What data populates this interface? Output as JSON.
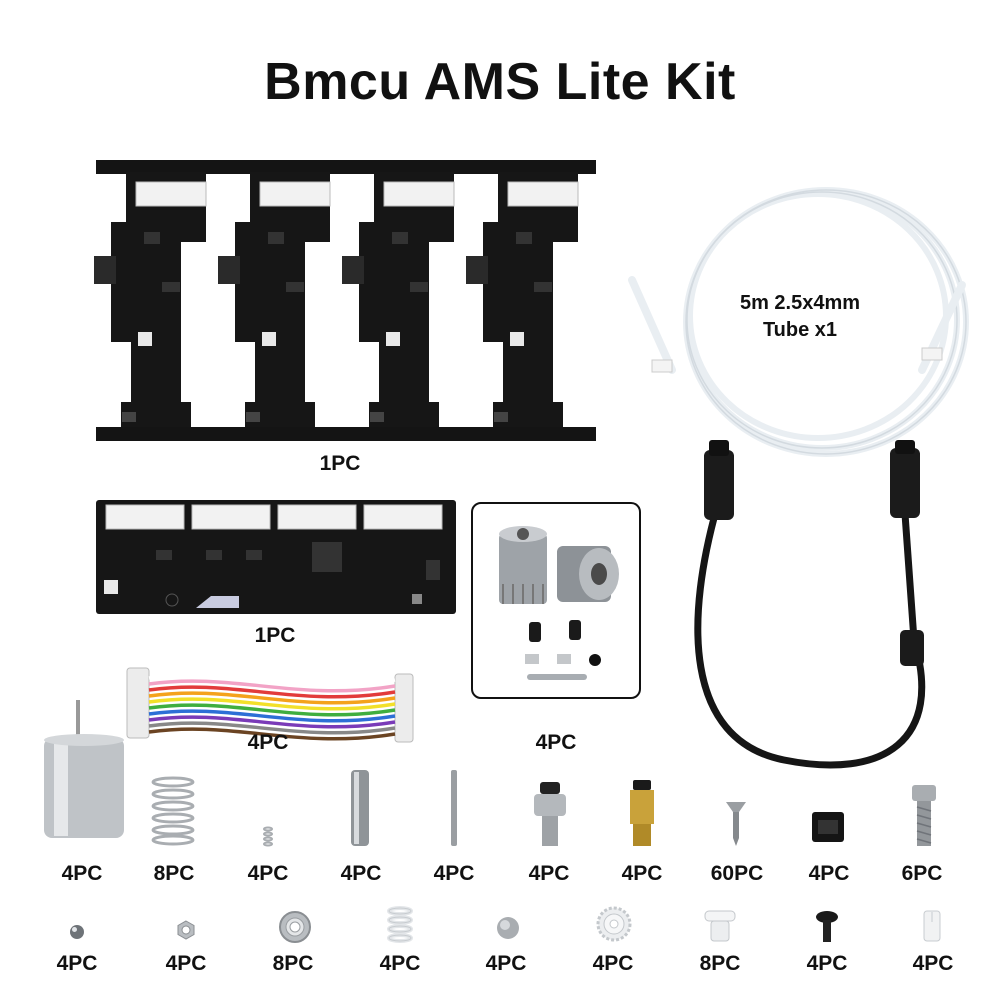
{
  "title": "Bmcu AMS Lite Kit",
  "components": {
    "sensor_boards": {
      "qty": "1PC",
      "icon": "sensor-board-panel-icon"
    },
    "main_board": {
      "qty": "1PC",
      "icon": "main-control-board-icon"
    },
    "tube": {
      "label_line1": "5m 2.5x4mm",
      "label_line2": "Tube x1",
      "icon": "ptfe-tube-icon"
    },
    "ribbon_cable": {
      "qty": "4PC",
      "icon": "rainbow-ribbon-cable-icon"
    },
    "gear_set": {
      "qty": "4PC",
      "icon": "drive-gear-set-icon"
    },
    "usb_cable": {
      "icon": "black-cable-icon"
    }
  },
  "row1_parts": [
    {
      "icon": "dc-motor-icon",
      "qty": "4PC"
    },
    {
      "icon": "spring-icon",
      "qty": "8PC"
    },
    {
      "icon": "small-spring-icon",
      "qty": "4PC"
    },
    {
      "icon": "steel-pin-icon",
      "qty": "4PC"
    },
    {
      "icon": "thin-rod-icon",
      "qty": "4PC"
    },
    {
      "icon": "push-fit-connector-icon",
      "qty": "4PC"
    },
    {
      "icon": "brass-fitting-icon",
      "qty": "4PC"
    },
    {
      "icon": "screw-icon",
      "qty": "60PC"
    },
    {
      "icon": "clip-icon",
      "qty": "4PC"
    },
    {
      "icon": "socket-screw-icon",
      "qty": "6PC"
    }
  ],
  "row2_parts": [
    {
      "icon": "steel-ball-icon",
      "qty": "4PC"
    },
    {
      "icon": "hex-nut-icon",
      "qty": "4PC"
    },
    {
      "icon": "bearing-icon",
      "qty": "8PC"
    },
    {
      "icon": "white-spring-icon",
      "qty": "4PC"
    },
    {
      "icon": "metal-disc-icon",
      "qty": "4PC"
    },
    {
      "icon": "white-gear-icon",
      "qty": "4PC"
    },
    {
      "icon": "white-bushing-icon",
      "qty": "8PC"
    },
    {
      "icon": "button-screw-icon",
      "qty": "4PC"
    },
    {
      "icon": "white-sleeve-icon",
      "qty": "4PC"
    }
  ]
}
